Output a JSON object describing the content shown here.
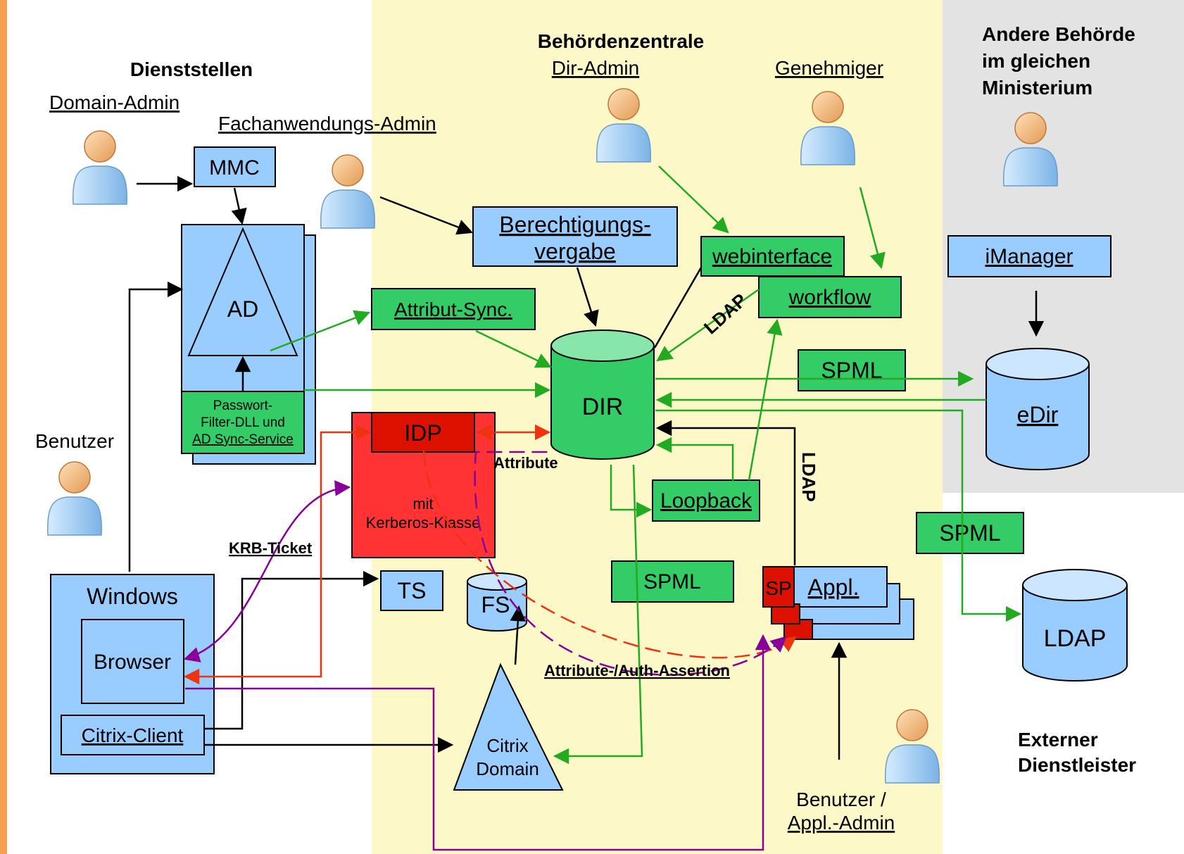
{
  "zones": {
    "dienststellen": "Dienststellen",
    "zentrale": "Behördenzentrale",
    "andere_1": "Andere Behörde",
    "andere_2": "im gleichen",
    "andere_3": "Ministerium",
    "extern_1": "Externer",
    "extern_2": "Dienstleister"
  },
  "people": {
    "domain_admin": "Domain-Admin",
    "fach_admin": "Fachanwendungs-Admin",
    "dir_admin": "Dir-Admin",
    "genehmiger": "Genehmiger",
    "benutzer": "Benutzer",
    "benutzer_appl_1": "Benutzer /",
    "benutzer_appl_2": "Appl.-Admin"
  },
  "nodes": {
    "mmc": "MMC",
    "ad": "AD",
    "passwort_1": "Passwort-",
    "passwort_2": "Filter-DLL und",
    "passwort_3": "AD Sync-Service",
    "berecht_1": "Berechtigungs-",
    "berecht_2": "vergabe",
    "webinterface": "webinterface",
    "workflow": "workflow",
    "attribut_sync": "Attribut-Sync.",
    "dir": "DIR",
    "idp": "IDP",
    "idp_sub_1": "mit",
    "idp_sub_2": "Kerberos-Klasse",
    "spml_edir": "SPML",
    "spml_ldap": "SPML",
    "spml_citrix": "SPML",
    "edir": "eDir",
    "imanager": "iManager",
    "loopback": "Loopback",
    "ldap_db": "LDAP",
    "ts": "TS",
    "fs": "FS",
    "windows": "Windows",
    "browser": "Browser",
    "citrix_client": "Citrix-Client",
    "citrix_domain_1": "Citrix",
    "citrix_domain_2": "Domain",
    "sp": "SP",
    "appl": "Appl."
  },
  "labels": {
    "ldap_diag": "LDAP",
    "ldap_vert": "LDAP",
    "attribute": "Attribute",
    "krb_ticket": "KRB-Ticket",
    "assertion": "Attribute-/Auth-Assertion"
  },
  "colors": {
    "zone_yellow": "#fdf8c8",
    "zone_gray": "#e3e3e3",
    "box_blue": "#99ccff",
    "box_green": "#33cc66",
    "idp_red": "#ff3333",
    "idp_dark": "#dd1100",
    "arrow_green": "#22aa22",
    "arrow_red": "#ee3311",
    "arrow_purple": "#880099"
  }
}
